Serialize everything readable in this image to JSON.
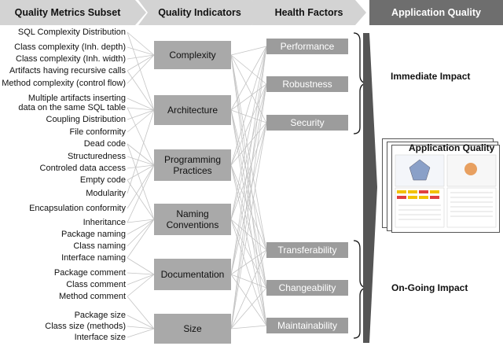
{
  "header": {
    "metrics_subset": "Quality Metrics Subset",
    "quality_indicators": "Quality Indicators",
    "health_factors": "Health Factors",
    "application_quality": "Application Quality"
  },
  "metrics": [
    "SQL Complexity Distribution",
    "Class complexity (Inh. depth)",
    "Class complexity (Inh. width)",
    "Artifacts having recursive calls",
    "Method complexity (control flow)",
    "Multiple artifacts inserting",
    "data on the same SQL table",
    "Coupling Distribution",
    "File conformity",
    "Dead code",
    "Structuredness",
    "Controled data access",
    "Empty code",
    "Modularity",
    "Encapsulation conformity",
    "Inheritance",
    "Package naming",
    "Class naming",
    "Interface naming",
    "Package comment",
    "Class comment",
    "Method comment",
    "Package size",
    "Class size   (methods)",
    "Interface size"
  ],
  "indicators": [
    {
      "line1": "Complexity",
      "line2": ""
    },
    {
      "line1": "Architecture",
      "line2": ""
    },
    {
      "line1": "Programming",
      "line2": "Practices"
    },
    {
      "line1": "Naming",
      "line2": "Conventions"
    },
    {
      "line1": "Documentation",
      "line2": ""
    },
    {
      "line1": "Size",
      "line2": ""
    }
  ],
  "factors": [
    "Performance",
    "Robustness",
    "Security",
    "Transferability",
    "Changeability",
    "Maintainability"
  ],
  "impacts": {
    "immediate": "Immediate Impact",
    "ongoing": "On-Going Impact"
  },
  "report": {
    "title": "Application Quality"
  },
  "colors": {
    "chevron": "#d3d3d3",
    "chevron_dark": "#6e6e6e",
    "box": "#a9a9a9",
    "factor": "#9c9c9c"
  }
}
